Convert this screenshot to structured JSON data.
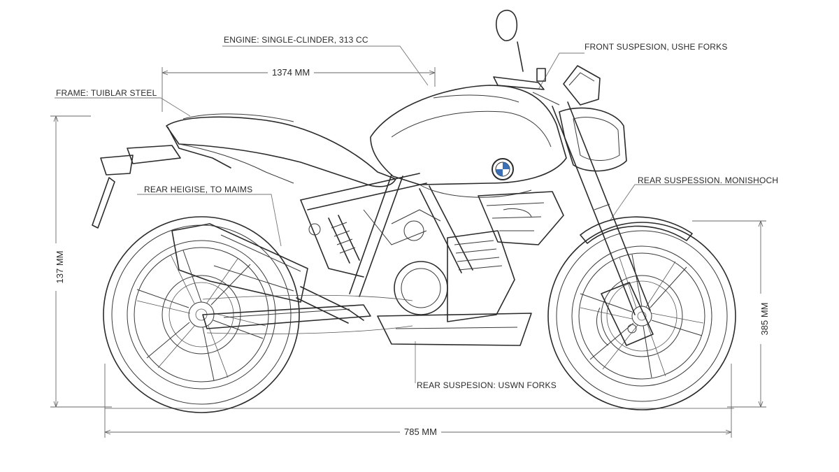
{
  "labels": {
    "engine": "ENGINE: SINGLE-CLINDER, 313 CC",
    "front_suspension": "FRONT SUSPESION, USHE FORKS",
    "frame": "FRAME: TUIBLAR STEEL",
    "rear_height": "REAR HEIGISE, TO MAIMS",
    "rear_suspension_mono": "REAR SUSPESSION. MONISHOCH",
    "rear_suspension_forks": "REAR SUSPESION: USWN FORKS"
  },
  "dimensions": {
    "length_top": "1374 MM",
    "length_bottom": "785 MM",
    "height_left": "137 MM",
    "height_right": "385 MM"
  },
  "colors": {
    "line": "#2b2b2b",
    "background": "#ffffff",
    "logo_blue": "#3b6fb6"
  },
  "icons": {
    "logo": "bmw-roundel-icon"
  }
}
